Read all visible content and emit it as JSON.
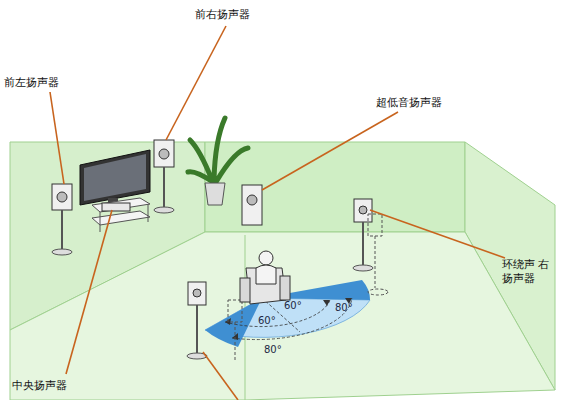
{
  "diagram": {
    "labels": [
      "前右扬声器",
      "前左扬声器",
      "超低音扬声器",
      "环绕声 右扬声器",
      "60°",
      "60°",
      "80°",
      "80°",
      "中央扬声器"
    ]
  }
}
